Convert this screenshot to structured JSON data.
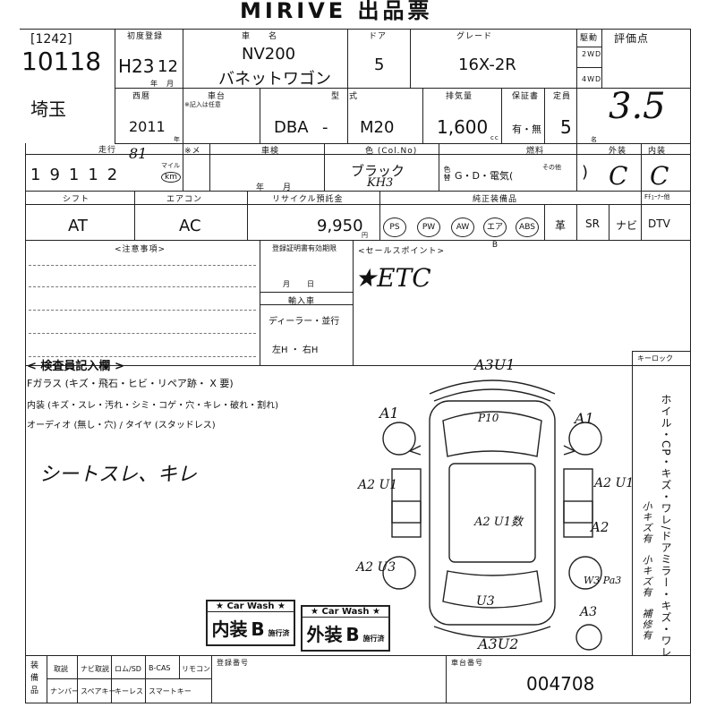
{
  "header": {
    "title": "MIRIVE 出品票"
  },
  "lot": {
    "bracket_no": "[1242]",
    "number": "10118",
    "prefecture": "埼玉"
  },
  "row1": {
    "reg_label": "初度登録",
    "reg_era": "H23",
    "reg_month": "12",
    "year_month_label": "年　月",
    "name_label": "車　　名",
    "model_name": "NV200",
    "model_name_jp": "バネットワゴン",
    "door_label": "ドア",
    "doors": "5",
    "grade_label": "グレード",
    "grade": "16X-2R",
    "drive_label": "駆動",
    "drive_2wd": "2WD",
    "drive_4wd": "4WD",
    "score_label": "評価点",
    "score": "3.5"
  },
  "row2": {
    "year_label": "西暦",
    "year": "2011",
    "nen": "年",
    "shadai_label": "車台",
    "shadai_sub": "※記入は任意",
    "katashiki_label": "型　式",
    "katashiki_prefix": "DBA",
    "katashiki_dash": "-",
    "katashiki": "M20",
    "cc_label": "排気量",
    "cc": "1,600",
    "cc_unit": "cc",
    "warranty_label": "保証書",
    "warranty": "有・無",
    "capacity_label": "定員",
    "capacity": "5",
    "capacity_unit": "名"
  },
  "row3": {
    "mileage_label": "走行",
    "mileage": "19112",
    "mileage_corr": "81",
    "mile_label": "マイル",
    "km": "km",
    "meter_label": "※メ",
    "inspect_label": "車検",
    "inspect_ym": "年　　月",
    "color_label": "色 (Col.No)",
    "color": "ブラック",
    "color_code": "KH3",
    "color_change_label": "色替",
    "fuel_label": "燃料",
    "fuel_options": "G・D・電気(",
    "fuel_other": "その他",
    "fuel_close": ")",
    "ext_label": "外装",
    "ext_grade": "C",
    "int_label": "内装",
    "int_grade": "C"
  },
  "row4": {
    "shift_label": "シフト",
    "shift": "AT",
    "ac_label": "エアコン",
    "ac": "AC",
    "recycle_label": "リサイクル預託金",
    "recycle": "9,950",
    "recycle_unit": "円",
    "equip_label": "純正装備品",
    "equip": [
      "PS",
      "PW",
      "AW",
      "エアB",
      "ABS",
      "革",
      "SR",
      "ナビ",
      "DTV"
    ],
    "smartkey_label": "Fﾁｭｰﾅｰ他"
  },
  "notes": {
    "caution_label": "<注意事項>",
    "reg_expiry_label": "登録証明書有効期限",
    "reg_md": "月　　日",
    "import_label": "輸入車",
    "import_dealer": "ディーラー・並行",
    "import_hand": "左H ・ 右H",
    "sales_label": "<セールスポイント>",
    "sales": "★ETC"
  },
  "inspector": {
    "title": "< 検査員記入欄 >",
    "glass": "Fガラス (キズ・飛石・ヒビ・リペア跡・ X 要)",
    "interior": "内装 (キズ・スレ・汚れ・シミ・コゲ・穴・キレ・破れ・割れ)",
    "audio": "オーディオ (無し・穴) / タイヤ (スタッドレス)",
    "handwritten": "シートスレ、キレ"
  },
  "diagram": {
    "marks": [
      "A3U1",
      "A1",
      "P10",
      "A1",
      "A2 U1",
      "A2 U1",
      "A2 U1数",
      "A2",
      "A2 U3",
      "U3",
      "W3 Pa3",
      "A3",
      "A3U2"
    ]
  },
  "side": {
    "keylock_label": "キーロック",
    "vertical": "ホイル・CP・キズ・ワレ/ドアミラー・キズ・ワレ",
    "vertical_notes": "小キズ有　小キズ有　補修有"
  },
  "wash": {
    "t1": "★ Car Wash ★",
    "b1a": "内装",
    "b1b": "B",
    "b1c": "施行済",
    "t2": "★ Car Wash ★",
    "b2a": "外装",
    "b2b": "B",
    "b2c": "施行済"
  },
  "footer": {
    "col1": "装\n備\n品",
    "row_a": [
      "取説",
      "ナビ取説",
      "ロム/SD",
      "B-CAS",
      "リモコン"
    ],
    "row_b": [
      "ナンバー",
      "スペアキー",
      "キーレス",
      "スマートキー"
    ],
    "reg_no_label": "登録番号",
    "chassis_label": "車台番号",
    "chassis": "004708"
  }
}
